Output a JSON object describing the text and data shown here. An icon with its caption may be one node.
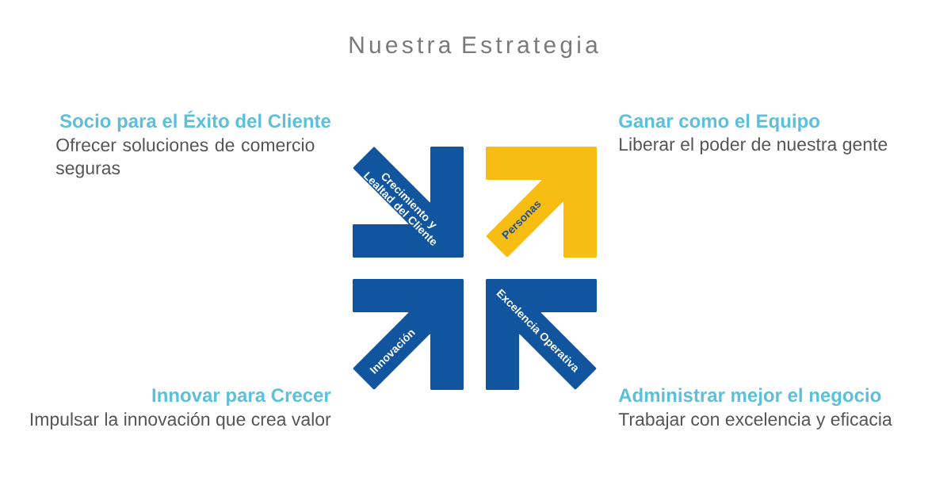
{
  "diagram": {
    "title": "Nuestra Estrategia",
    "nodes": [
      {
        "text": [
          "Crecimiento y Lealtad del Cliente"
        ],
        "beside": [
          "Socio para el Éxito del Cliente",
          "Ofrecer soluciones de comercio seguras"
        ]
      },
      {
        "text": [
          "Personas"
        ],
        "beside": [
          "Ganar como el Equipo",
          "Liberar el poder de nuestra gente"
        ]
      },
      {
        "text": [
          "Innovación"
        ],
        "beside": [
          "Innovar para Crecer",
          "Impulsar la innovación que crea valor"
        ]
      },
      {
        "text": [
          "Excelencia Operativa"
        ],
        "beside": [
          "Administrar mejor el negocio",
          "Trabajar con excelencia y eficacia"
        ]
      }
    ]
  }
}
